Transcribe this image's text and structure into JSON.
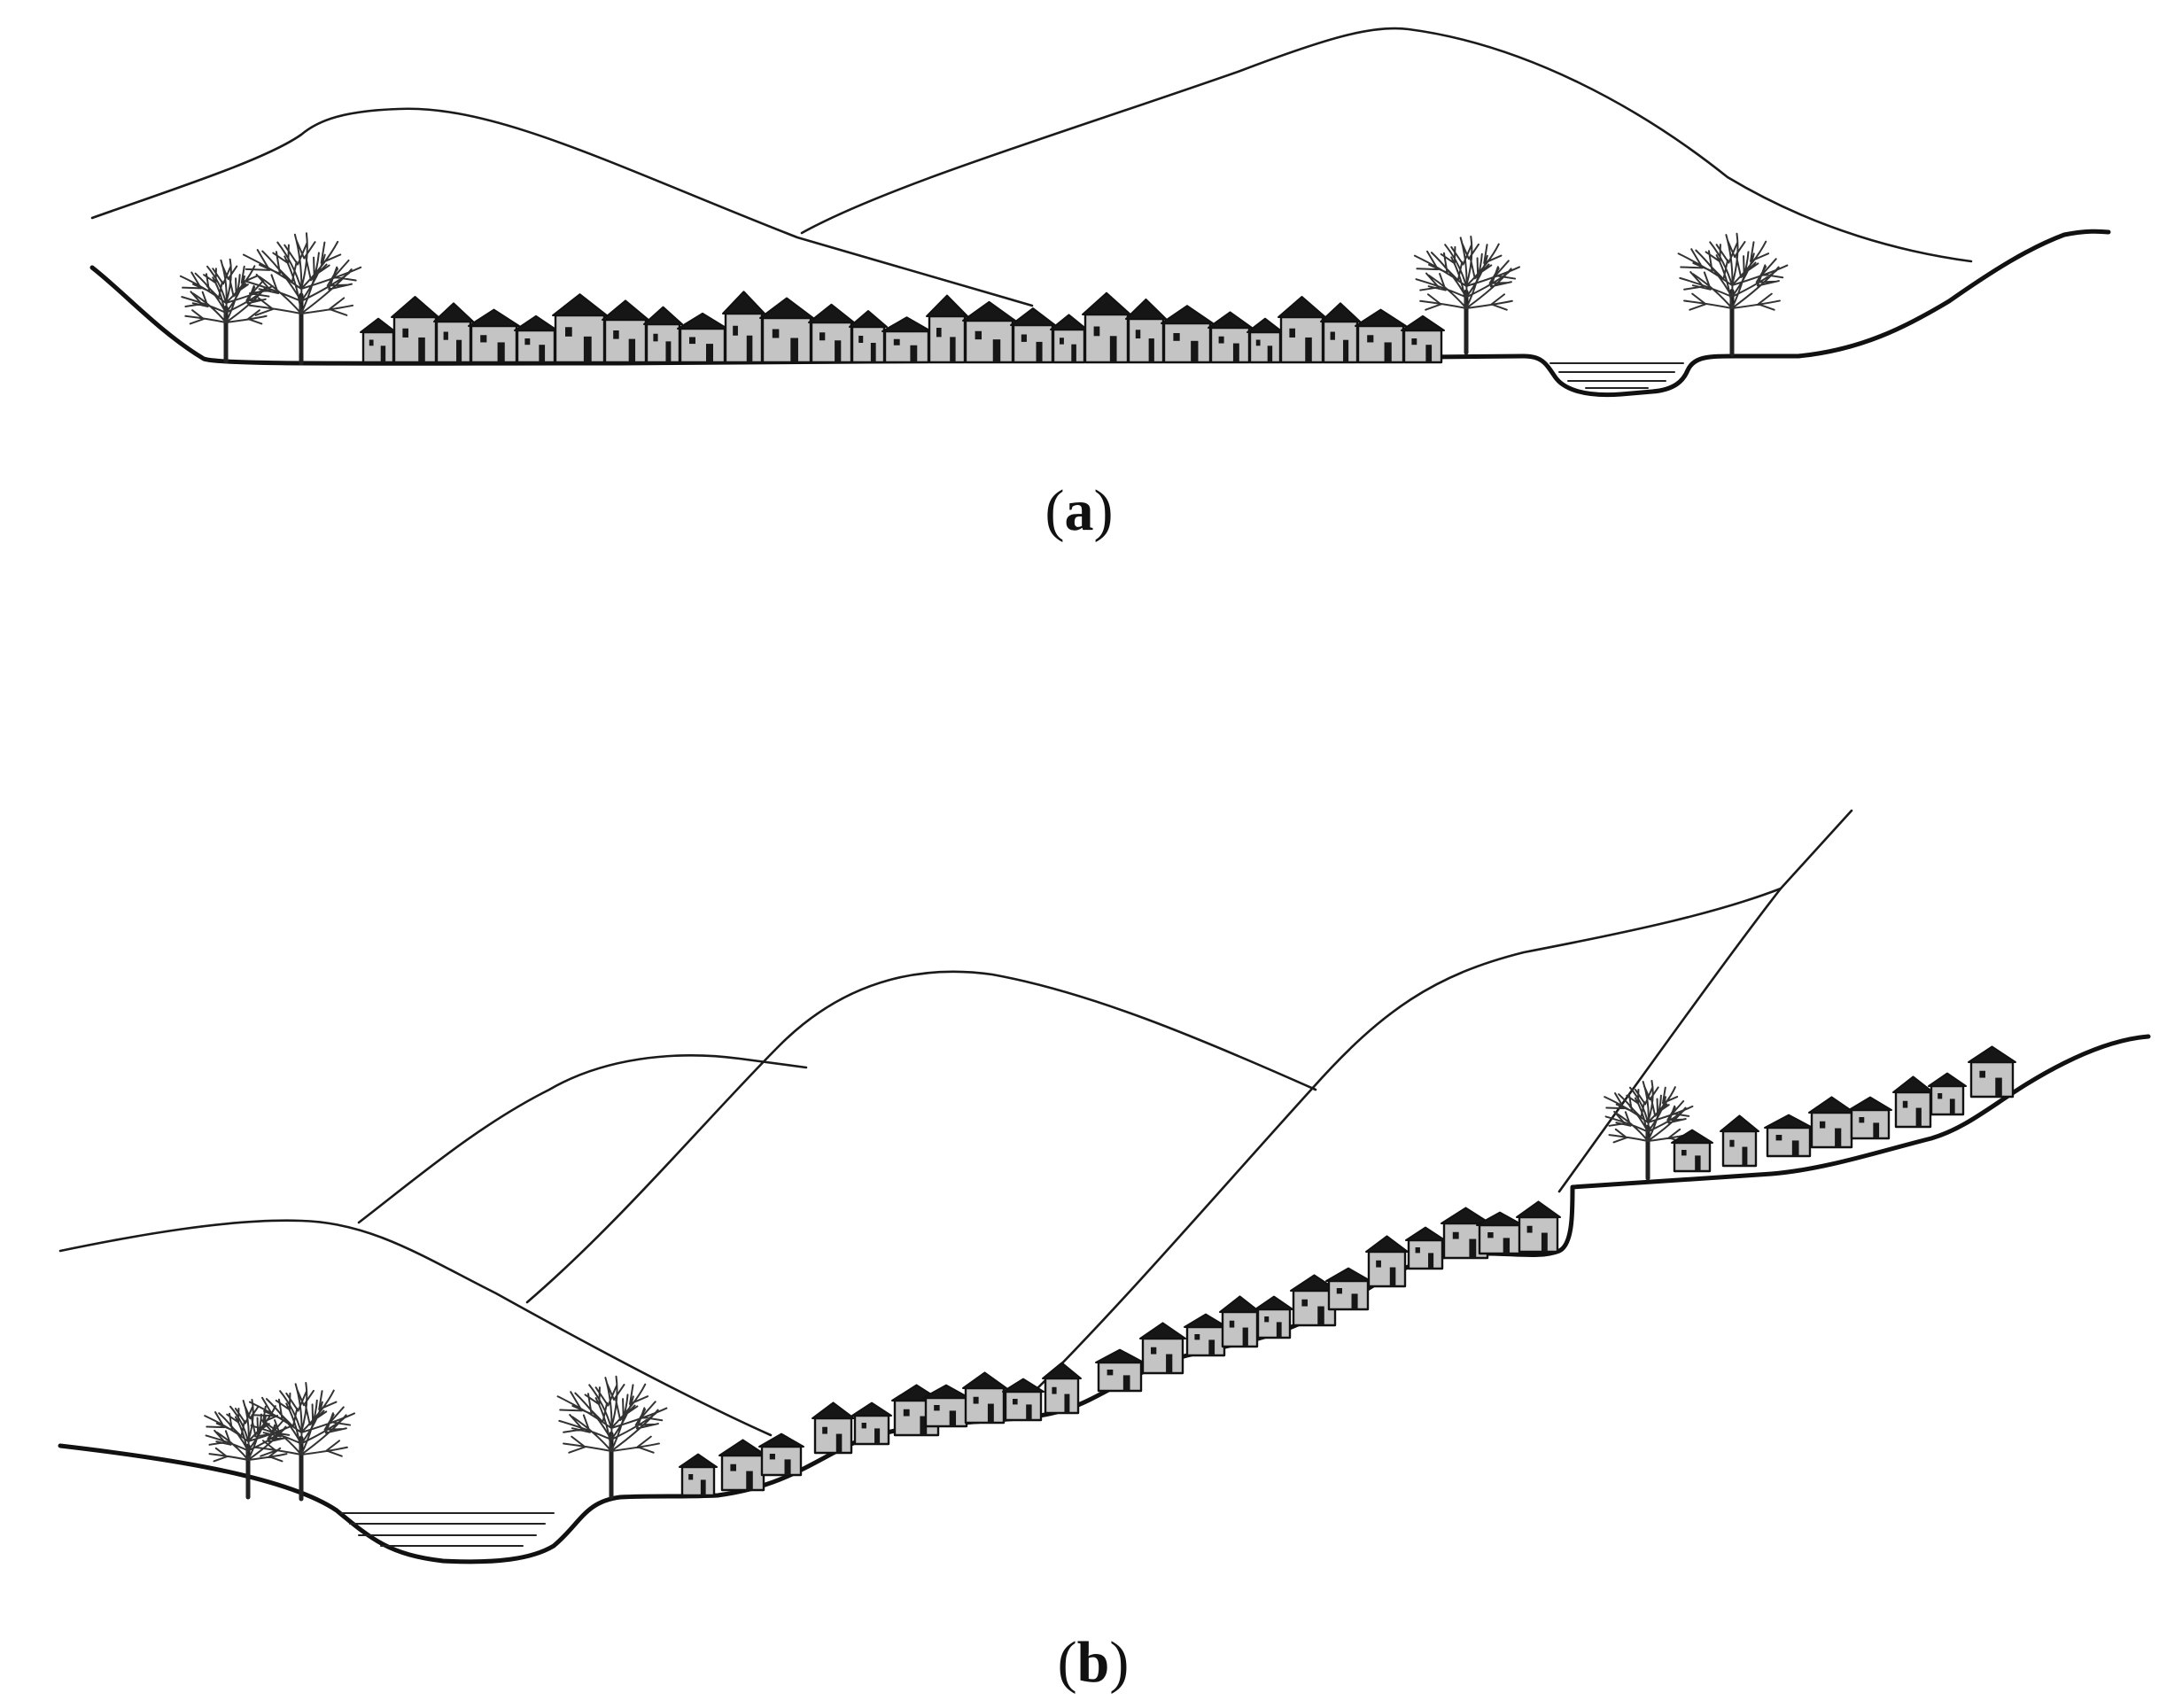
{
  "panels": [
    {
      "id": "a",
      "letter": "a"
    },
    {
      "id": "b",
      "letter": "b"
    }
  ]
}
